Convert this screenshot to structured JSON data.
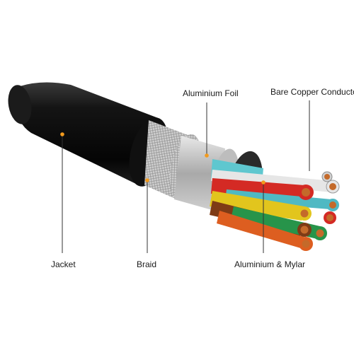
{
  "labels": {
    "aluminium_foil": "Aluminium Foil",
    "bare_copper_conductor": "Bare Copper Conductor",
    "jacket": "Jacket",
    "braid": "Braid",
    "aluminium_mylar": "Aluminium & Mylar"
  },
  "colors": {
    "jacket": "#0d0d0d",
    "braid": "#c9c9c9",
    "foil": "#b9b9b9",
    "leader_line": "#333333",
    "marker_dot": "#f29a1d",
    "wire_cyan": "#5fc7cf",
    "wire_red": "#d42a24",
    "wire_yellow": "#e2c51d",
    "wire_brown": "#7e3b16",
    "wire_orange": "#dd5e20",
    "wire_green": "#27944a",
    "wire_white": "#e6e6e6",
    "copper": "#c46a2a"
  }
}
